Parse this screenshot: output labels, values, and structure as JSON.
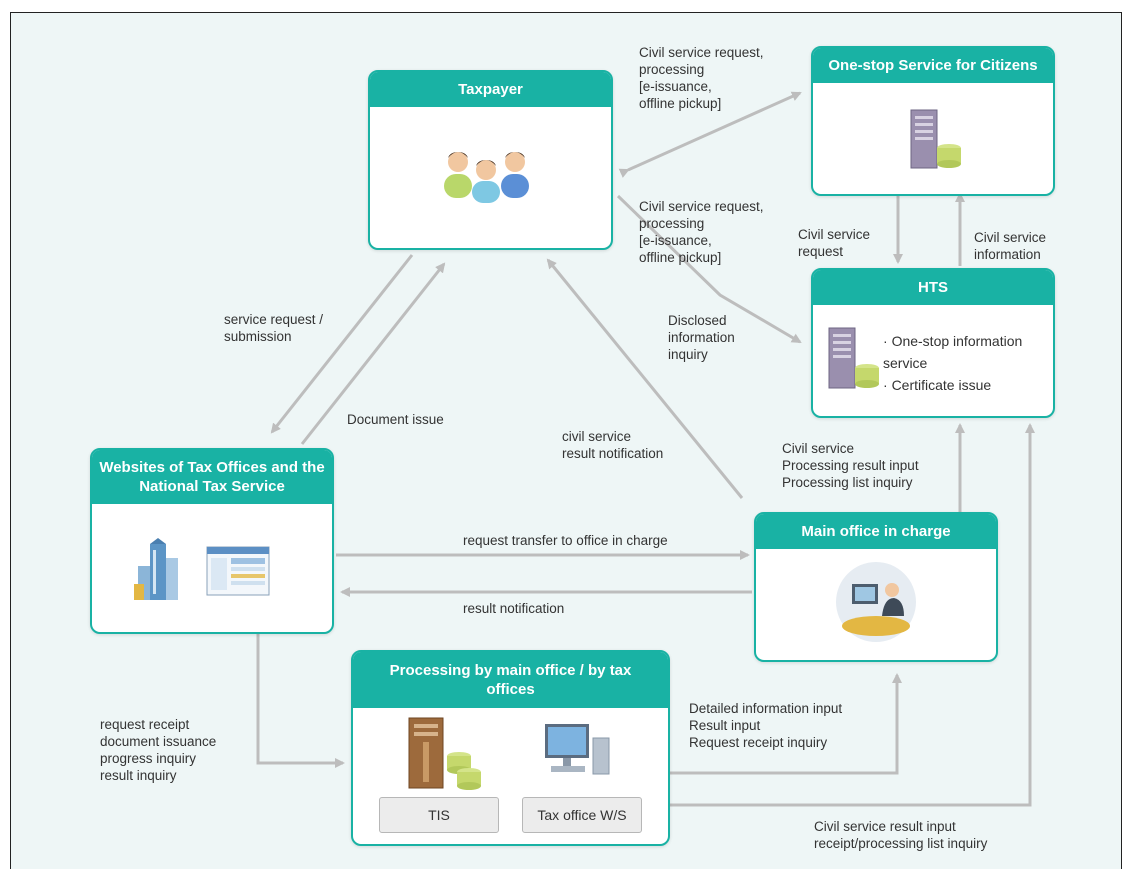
{
  "taxpayer": {
    "title": "Taxpayer"
  },
  "onestop": {
    "title": "One-stop Service for Citizens"
  },
  "hts": {
    "title": "HTS",
    "items": [
      "One-stop information service",
      "Certificate issue"
    ]
  },
  "websites": {
    "title": "Websites of Tax Offices and the National Tax Service"
  },
  "main_office": {
    "title": "Main office in charge"
  },
  "processing": {
    "title": "Processing by main office / by tax offices",
    "tis_label": "TIS",
    "ws_label": "Tax office W/S"
  },
  "labels": {
    "civil_req_top": "Civil service request,\nprocessing\n[e-issuance,\noffline pickup]",
    "civil_req_mid": "Civil service request,\nprocessing\n[e-issuance,\noffline pickup]",
    "civil_service_request": "Civil service\nrequest",
    "civil_service_information": "Civil service\ninformation",
    "disclosed": "Disclosed\ninformation\ninquiry",
    "service_request": "service request /\nsubmission",
    "document_issue": "Document issue",
    "civil_result_notification": "civil service\nresult notification",
    "main_to_hts": "Civil service\nProcessing result input\nProcessing list inquiry",
    "request_transfer": "request transfer to office in charge",
    "result_notification": "result notification",
    "request_receipt": "request receipt\ndocument issuance\nprogress inquiry\nresult inquiry",
    "detailed_info": "Detailed information input\nResult input\nRequest receipt inquiry",
    "civil_result_input": "Civil service result input\nreceipt/processing list inquiry"
  },
  "colors": {
    "accent": "#19b2a4",
    "arrow": "#bdbdbd",
    "background": "#eef6f6"
  },
  "icons": [
    "people-icon",
    "server-database-icon",
    "buildings-icon",
    "webpage-icon",
    "operator-computer-icon",
    "workstation-icon"
  ]
}
